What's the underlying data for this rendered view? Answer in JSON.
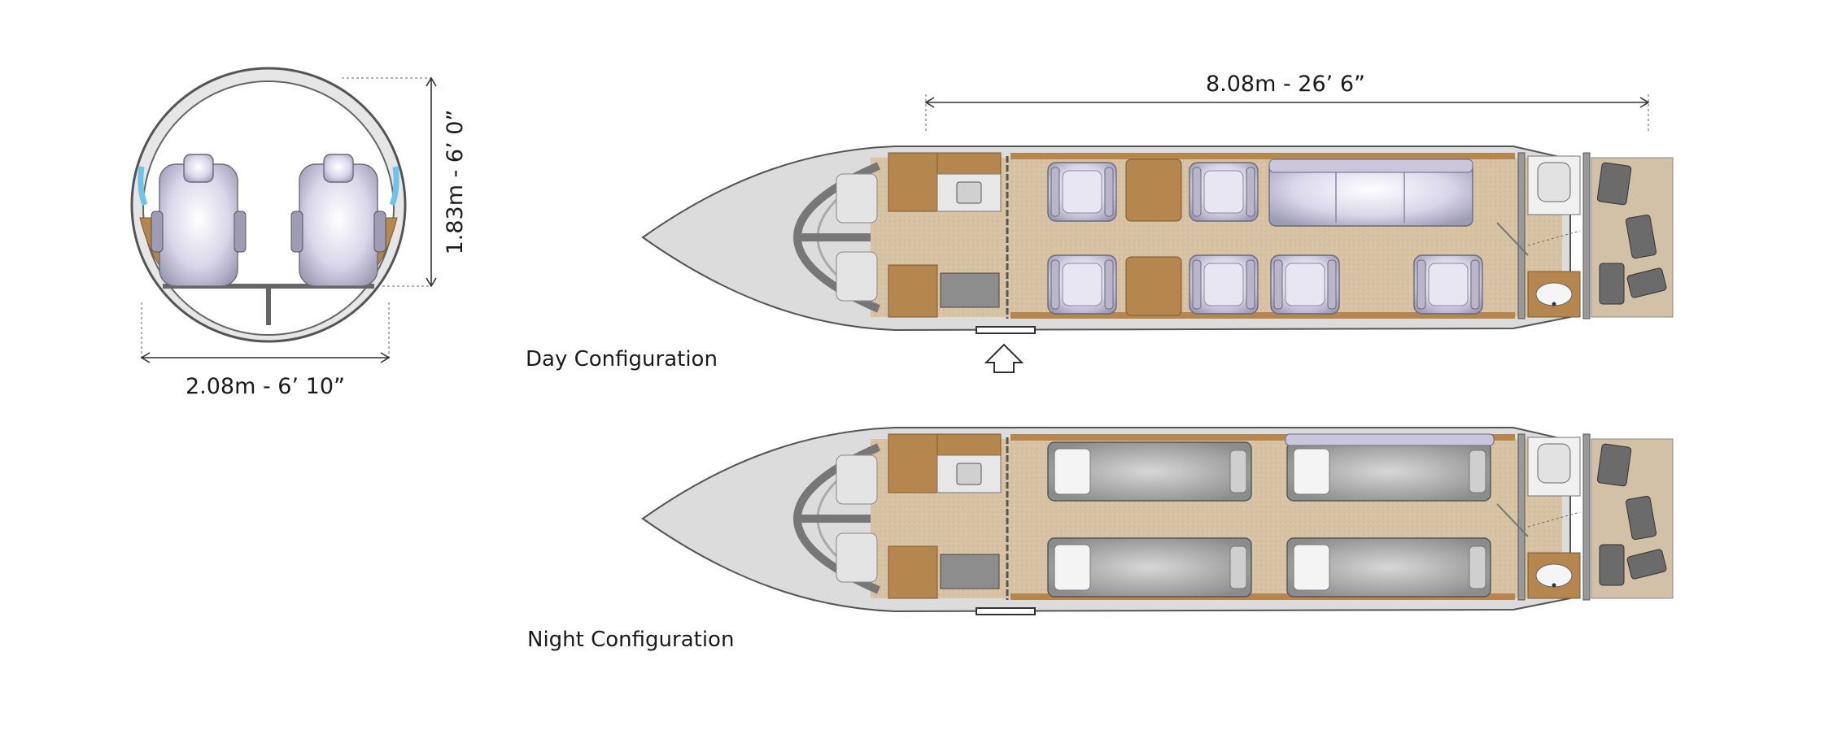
{
  "dimensions": {
    "cabin_length": "8.08m - 26’ 6”",
    "cabin_width": "2.08m - 6’ 10”",
    "cabin_height": "1.83m - 6’ 0”"
  },
  "configurations": {
    "day_label": "Day Configuration",
    "night_label": "Night Configuration"
  },
  "icons": {
    "entry": "up-arrow-icon"
  },
  "colors": {
    "floor": "#d8c2a4",
    "wood": "#b5874e",
    "hull": "#dcdcdc",
    "seat": "#d9d6ea",
    "window_accent": "#6fc3e8"
  }
}
